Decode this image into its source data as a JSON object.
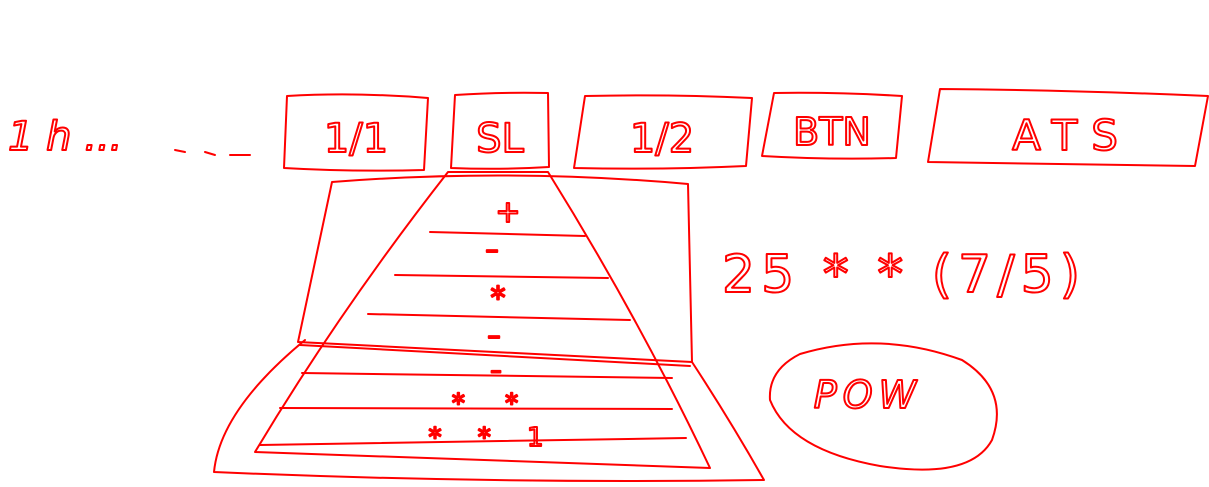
{
  "ink_color": "#ff0000",
  "header_scribble": "1 h ...",
  "toolbar": {
    "buttons": [
      {
        "label": "1/1"
      },
      {
        "label": "SL"
      },
      {
        "label": "1/2"
      },
      {
        "label": "BTN"
      },
      {
        "label": "ATS"
      }
    ]
  },
  "ladder": {
    "rungs": [
      "+",
      "–",
      "*",
      "–",
      "–",
      "* *",
      "* * 1"
    ]
  },
  "side_note": "25 * * (7/5)",
  "pow_button": {
    "label": "POW"
  }
}
